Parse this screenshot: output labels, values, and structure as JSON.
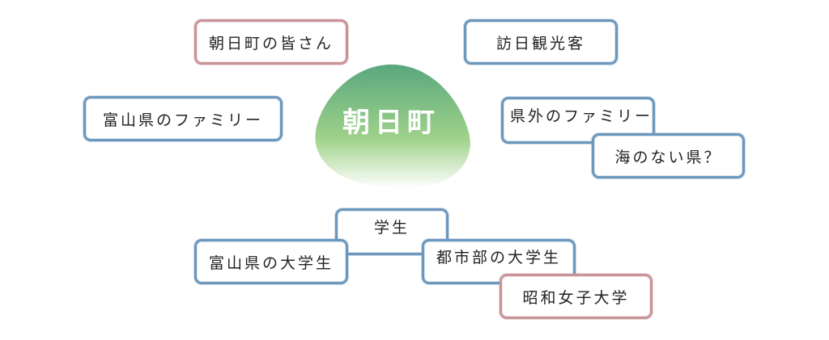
{
  "center": {
    "label": "朝日町",
    "gradient_top": "#5aa77e",
    "gradient_mid": "#9fd28a",
    "gradient_bottom": "#ffffff"
  },
  "nodes": {
    "asahi_residents": "朝日町の皆さん",
    "inbound_tourists": "訪日観光客",
    "toyama_family": "富山県のファミリー",
    "outside_family": "県外のファミリー",
    "landlocked": "海のない県？",
    "students": "学生",
    "toyama_students": "富山県の大学生",
    "urban_students": "都市部の大学生",
    "showa_womens": "昭和女子大学"
  },
  "colors": {
    "blue_border": "#6d97bd",
    "pink_border": "#c99498"
  }
}
